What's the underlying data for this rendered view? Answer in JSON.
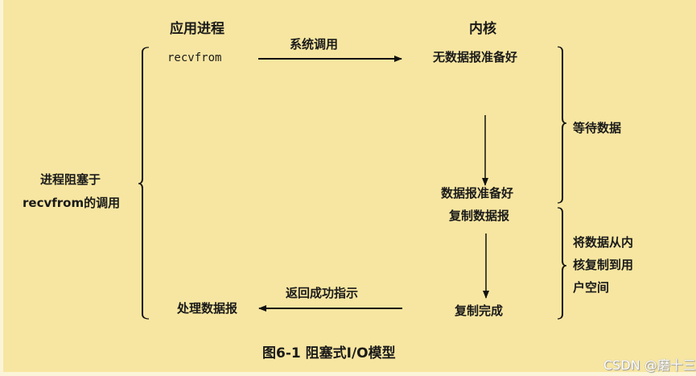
{
  "headers": {
    "app_process": "应用进程",
    "kernel": "内核"
  },
  "app": {
    "call": "recvfrom",
    "process": "处理数据报"
  },
  "arrows": {
    "syscall": "系统调用",
    "return_ok": "返回成功指示"
  },
  "kernel": {
    "not_ready": "无数据报准备好",
    "ready": "数据报准备好",
    "copy": "复制数据报",
    "done": "复制完成"
  },
  "braces": {
    "blocked_line1": "进程阻塞于",
    "blocked_line2": "recvfrom的调用",
    "wait": "等待数据",
    "copy_line1": "将数据从内",
    "copy_line2": "核复制到用",
    "copy_line3": "户空间"
  },
  "caption": "图6-1   阻塞式I/O模型",
  "watermark": "CSDN @磨十三"
}
